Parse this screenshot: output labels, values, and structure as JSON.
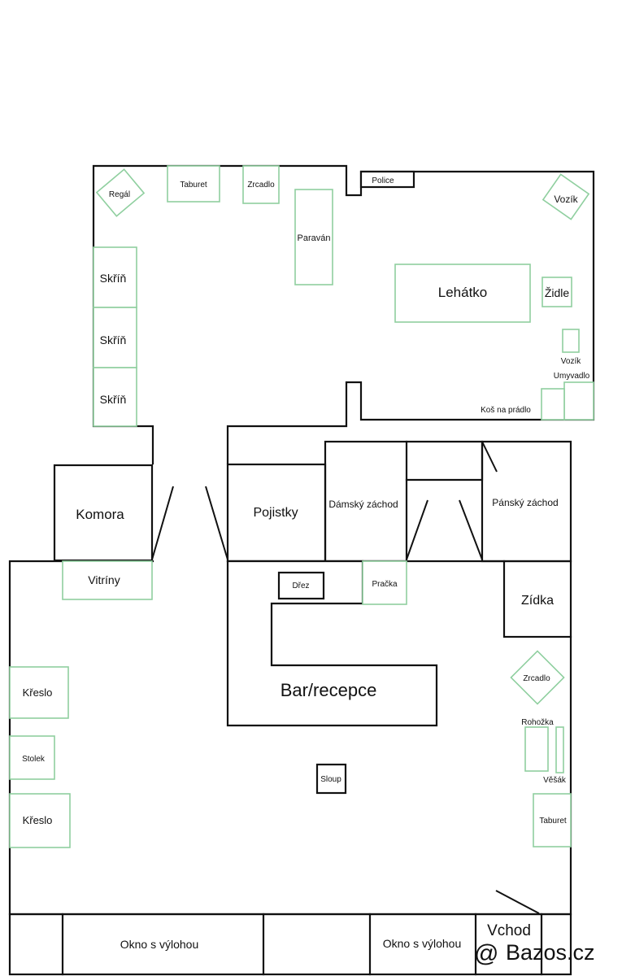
{
  "colors": {
    "walls": "#111111",
    "furniture_outline": "#8fcf9f",
    "background": "#ffffff",
    "watermark": "#d2d2d2"
  },
  "rooms": {
    "komora": "Komora",
    "pojistky": "Pojistky",
    "damsky_zachod": "Dámský záchod",
    "pansky_zachod": "Pánský záchod",
    "zidka": "Zídka",
    "bar": "Bar/recepce",
    "vchod": "Vchod"
  },
  "furniture": {
    "regal": "Regál",
    "taburet_top": "Taburet",
    "zrcadlo_top": "Zrcadlo",
    "police": "Police",
    "vozik_top": "Vozík",
    "paravan": "Paraván",
    "lehatko": "Lehátko",
    "zidle": "Židle",
    "vozik_small": "Vozík",
    "umyvadlo": "Umyvadlo",
    "kos_na_pradlo": "Koš na prádlo",
    "skrin_1": "Skříň",
    "skrin_2": "Skříň",
    "skrin_3": "Skříň",
    "vitriny": "Vitríny",
    "drez": "Dřez",
    "pracka": "Pračka",
    "kreslo_1": "Křeslo",
    "stolek": "Stolek",
    "kreslo_2": "Křeslo",
    "sloup": "Sloup",
    "zrcadlo_right": "Zrcadlo",
    "rohozka": "Rohožka",
    "vesak": "Věšák",
    "taburet_right": "Taburet"
  },
  "windows": {
    "left": "Okno s výlohou",
    "right": "Okno s výlohou"
  },
  "watermark": {
    "symbol": "@",
    "text": "Bazos.cz"
  }
}
